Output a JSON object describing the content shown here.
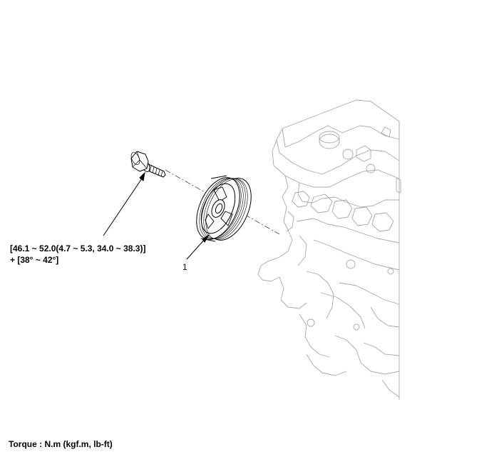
{
  "torque_spec": {
    "line1": "[46.1 ~ 52.0(4.7 ~ 5.3, 34.0 ~ 38.3)]",
    "line2": "+ [38° ~ 42°]"
  },
  "callout_number": "1",
  "footer_note": "Torque : N.m (kgf.m, lb-ft)",
  "colors": {
    "line": "#000000",
    "engine_outline": "#9a9a9a",
    "background": "#ffffff"
  }
}
